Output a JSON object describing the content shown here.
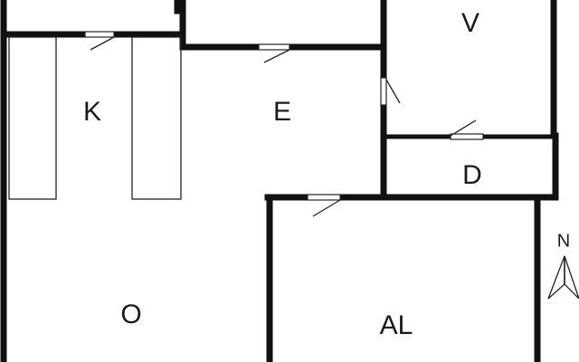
{
  "rooms": {
    "k": "K",
    "e": "E",
    "v": "V",
    "d": "D",
    "o": "O",
    "al": "AL"
  },
  "compass": {
    "letter": "N"
  },
  "colors": {
    "walls": "#111111",
    "background": "#ffffff"
  }
}
